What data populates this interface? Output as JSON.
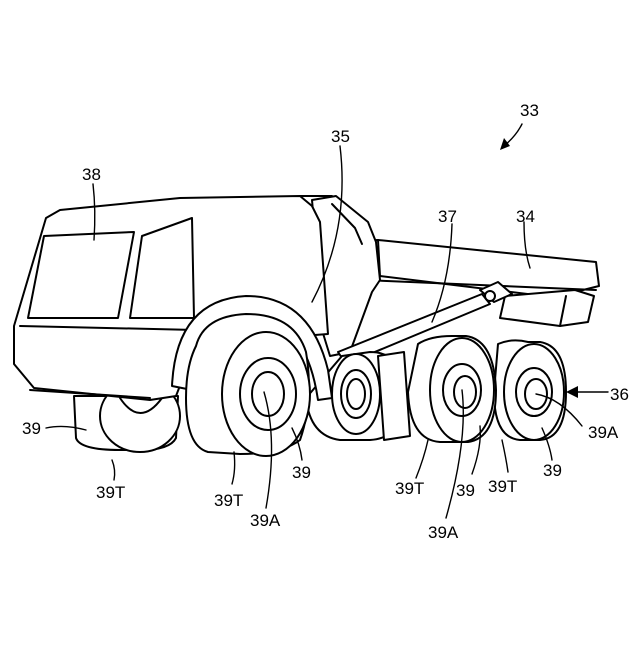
{
  "figure": {
    "labels": {
      "vehicle": "33",
      "dump_body": "34",
      "front_frame": "35",
      "rear_axle_group": "36",
      "hoist_cylinder": "37",
      "cab": "38",
      "tire_left": "39",
      "tire_front_right": "39",
      "tire_mid_right": "39",
      "tire_rear_right": "39",
      "tread_left": "39T",
      "tread_front": "39T",
      "tread_mid": "39T",
      "tread_rear": "39T",
      "hub_front": "39A",
      "hub_mid": "39A",
      "hub_rear": "39A"
    }
  }
}
